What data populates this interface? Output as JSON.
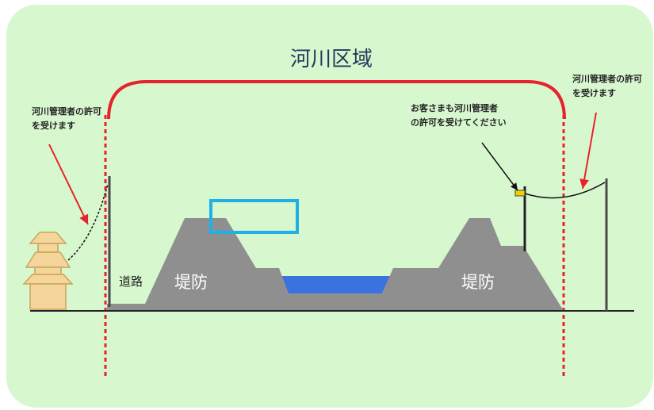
{
  "colors": {
    "background": "#d7f7cf",
    "area_line": "#e8222a",
    "embankment": "#8f8f8f",
    "water": "#3a73e0",
    "pagoda": "#f5d59a",
    "highlight": "#1fb0e6",
    "utility_pole": "#4a4a4a",
    "sign": "#f2d000"
  },
  "icons": {
    "house": "pagoda-roof-house-icon",
    "sign": "warning-sign-icon"
  },
  "title": "河川区域",
  "left_note": [
    "河川管理者の許可",
    "を受けます"
  ],
  "center_note": [
    "お客さまも河川管理者",
    "の許可を受けてください"
  ],
  "right_note": [
    "河川管理者の許可",
    "を受けます"
  ],
  "road_label": "道路",
  "left_bank_label": "堤防",
  "right_bank_label": "堤防"
}
